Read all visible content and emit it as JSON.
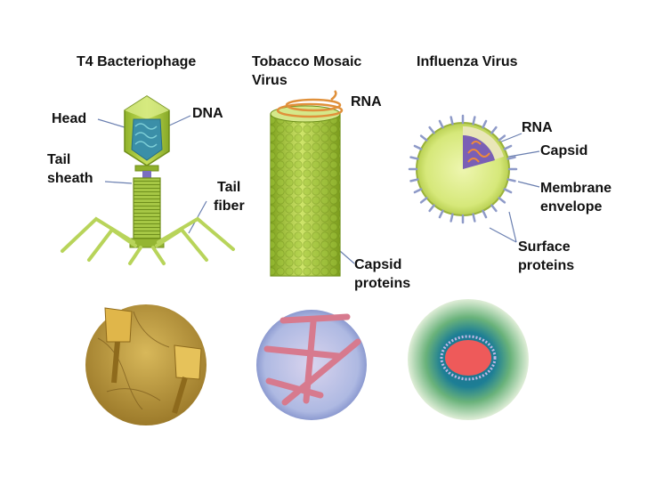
{
  "titles": {
    "t4": "T4 Bacteriophage",
    "tmv_line1": "Tobacco Mosaic",
    "tmv_line2": "Virus",
    "flu": "Influenza Virus"
  },
  "t4_labels": {
    "head": "Head",
    "dna": "DNA",
    "tail_sheath_1": "Tail",
    "tail_sheath_2": "sheath",
    "tail_fiber_1": "Tail",
    "tail_fiber_2": "fiber"
  },
  "tmv_labels": {
    "rna": "RNA",
    "capsid_proteins_1": "Capsid",
    "capsid_proteins_2": "proteins"
  },
  "flu_labels": {
    "rna": "RNA",
    "capsid": "Capsid",
    "membrane_1": "Membrane",
    "membrane_2": "envelope",
    "surface_1": "Surface",
    "surface_2": "proteins"
  }
}
